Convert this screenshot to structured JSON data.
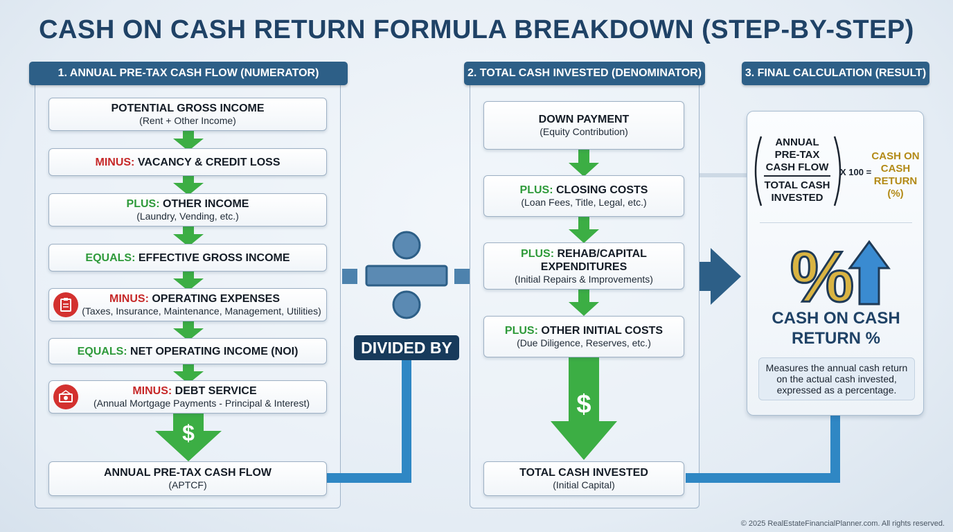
{
  "title": "CASH ON CASH RETURN FORMULA BREAKDOWN (STEP-BY-STEP)",
  "sections": {
    "numerator": "1. ANNUAL PRE-TAX CASH FLOW (NUMERATOR)",
    "denominator": "2. TOTAL CASH INVESTED (DENOMINATOR)",
    "result": "3. FINAL CALCULATION (RESULT)"
  },
  "numerator_steps": [
    {
      "prefix": "",
      "main": "POTENTIAL GROSS INCOME",
      "sub": "(Rent + Other Income)"
    },
    {
      "prefix": "MINUS:",
      "main": " VACANCY & CREDIT LOSS",
      "sub": ""
    },
    {
      "prefix": "PLUS:",
      "main": " OTHER INCOME",
      "sub": "(Laundry, Vending, etc.)"
    },
    {
      "prefix": "EQUALS:",
      "main": " EFFECTIVE GROSS INCOME",
      "sub": ""
    },
    {
      "prefix": "MINUS:",
      "main": " OPERATING EXPENSES",
      "sub": "(Taxes, Insurance, Maintenance, Management, Utilities)"
    },
    {
      "prefix": "EQUALS:",
      "main": " NET OPERATING INCOME (NOI)",
      "sub": ""
    },
    {
      "prefix": "MINUS:",
      "main": " DEBT SERVICE",
      "sub": "(Annual Mortgage Payments - Principal & Interest)"
    },
    {
      "prefix": "",
      "main": "ANNUAL PRE-TAX CASH FLOW",
      "sub": "(APTCF)"
    }
  ],
  "denominator_steps": [
    {
      "prefix": "",
      "main": "DOWN PAYMENT",
      "sub": "(Equity Contribution)"
    },
    {
      "prefix": "PLUS:",
      "main": " CLOSING COSTS",
      "sub": "(Loan Fees, Title, Legal, etc.)"
    },
    {
      "prefix": "PLUS:",
      "main": " REHAB/CAPITAL",
      "main2": "EXPENDITURES",
      "sub": "(Initial Repairs & Improvements)"
    },
    {
      "prefix": "PLUS:",
      "main": " OTHER INITIAL COSTS",
      "sub": "(Due Diligence, Reserves, etc.)"
    },
    {
      "prefix": "",
      "main": "TOTAL CASH INVESTED",
      "sub": "(Initial Capital)"
    }
  ],
  "divided_by": "DIVIDED BY",
  "dollar_symbol": "$",
  "formula": {
    "numerator": "ANNUAL PRE-TAX CASH FLOW",
    "denominator": "TOTAL CASH INVESTED",
    "multiplier": "X 100 =",
    "result": "CASH ON CASH RETURN (%)"
  },
  "percent_symbol": "%",
  "result_title": "CASH ON CASH RETURN %",
  "result_description": "Measures the annual cash return on the actual cash invested, expressed as a percentage.",
  "footer": "© 2025 RealEstateFinancialPlanner.com. All rights reserved.",
  "colors": {
    "header": "#2d5f87",
    "minus": "#c62828",
    "plus": "#2e9a3a",
    "arrow": "#3cae44",
    "connector": "#2f87c4",
    "gold": "#b38a16"
  }
}
